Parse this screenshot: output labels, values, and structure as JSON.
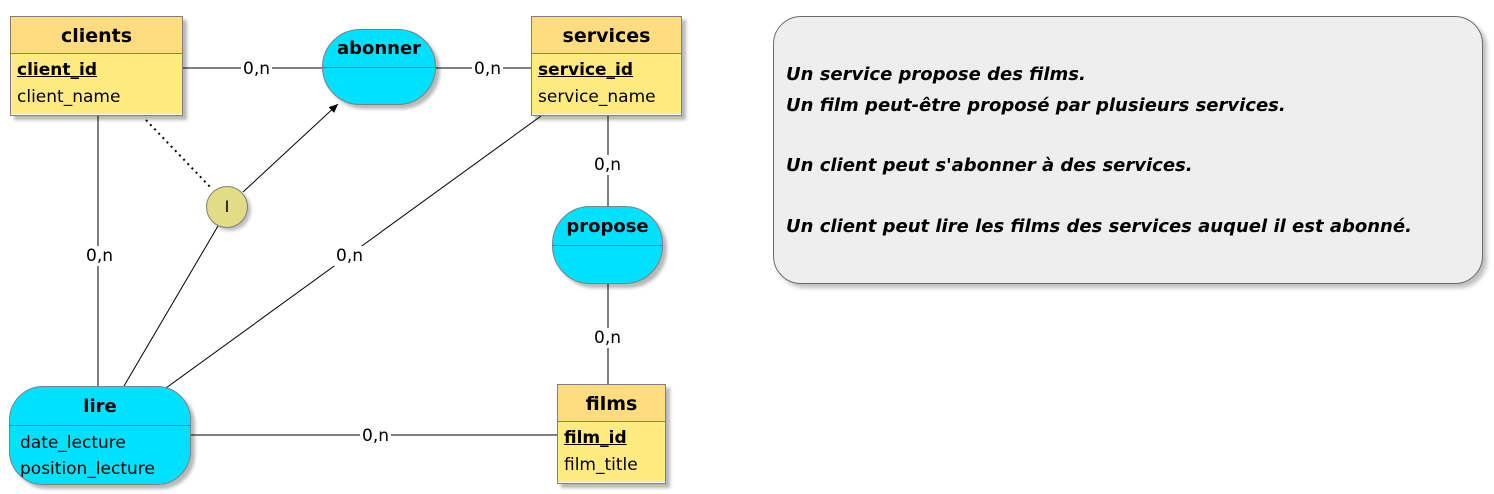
{
  "entities": {
    "clients": {
      "title": "clients",
      "attributes": [
        {
          "name": "client_id",
          "key": true
        },
        {
          "name": "client_name",
          "key": false
        }
      ]
    },
    "services": {
      "title": "services",
      "attributes": [
        {
          "name": "service_id",
          "key": true
        },
        {
          "name": "service_name",
          "key": false
        }
      ]
    },
    "films": {
      "title": "films",
      "attributes": [
        {
          "name": "film_id",
          "key": true
        },
        {
          "name": "film_title",
          "key": false
        }
      ]
    }
  },
  "relations": {
    "abonner": {
      "title": "abonner",
      "attributes": []
    },
    "propose": {
      "title": "propose",
      "attributes": []
    },
    "lire": {
      "title": "lire",
      "attributes": [
        "date_lecture",
        "position_lecture"
      ]
    }
  },
  "cardinalities": {
    "clients_abonner": "0,n",
    "services_abonner": "0,n",
    "services_propose": "0,n",
    "films_propose": "0,n",
    "clients_lire": "0,n",
    "services_lire": "0,n",
    "films_lire": "0,n"
  },
  "constraint": {
    "label": "I"
  },
  "note": {
    "lines": [
      "Un service propose des films.",
      "Un film peut-être proposé par plusieurs services.",
      "Un client peut s'abonner à des services.",
      "Un client peut lire les films des services auquel il est abonné."
    ]
  },
  "colors": {
    "entity_header": "#ffdc80",
    "entity_body": "#ffeb80",
    "relation_fill": "#00e1ff",
    "constraint_fill": "#e3dc86",
    "note_fill": "#eeeeee"
  }
}
